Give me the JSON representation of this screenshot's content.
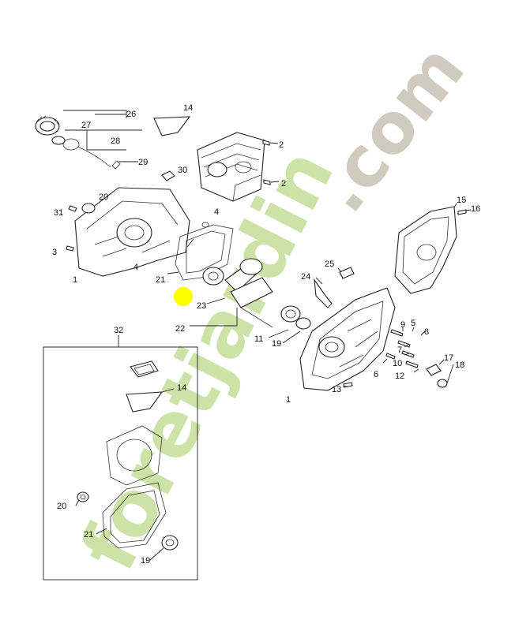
{
  "watermark": {
    "brand": "foretjardin",
    "suffix": ".com",
    "colors": {
      "green": "#bcd98a",
      "orange": "#f3c48c",
      "gray": "#c9c1b3"
    }
  },
  "labels": {
    "l26": "26",
    "l27": "27",
    "l28": "28",
    "l29": "29",
    "l14a": "14",
    "l30": "30",
    "l2a": "2",
    "l2b": "2",
    "l4a": "4",
    "l20a": "20",
    "l31": "31",
    "l3": "3",
    "l4b": "4",
    "l1a": "1",
    "l21a": "21",
    "l23": "23",
    "l22": "22",
    "l24": "24",
    "l25": "25",
    "l15": "15",
    "l16": "16",
    "l11": "11",
    "l19a": "19",
    "l9": "9",
    "l5": "5",
    "l8": "8",
    "l7": "7",
    "l10": "10",
    "l6": "6",
    "l17": "17",
    "l18": "18",
    "l12": "12",
    "l13": "13",
    "l1b": "1",
    "l32": "32",
    "l14b": "14",
    "l20b": "20",
    "l21b": "21",
    "l19b": "19"
  },
  "highlight_color": "#ffff00"
}
